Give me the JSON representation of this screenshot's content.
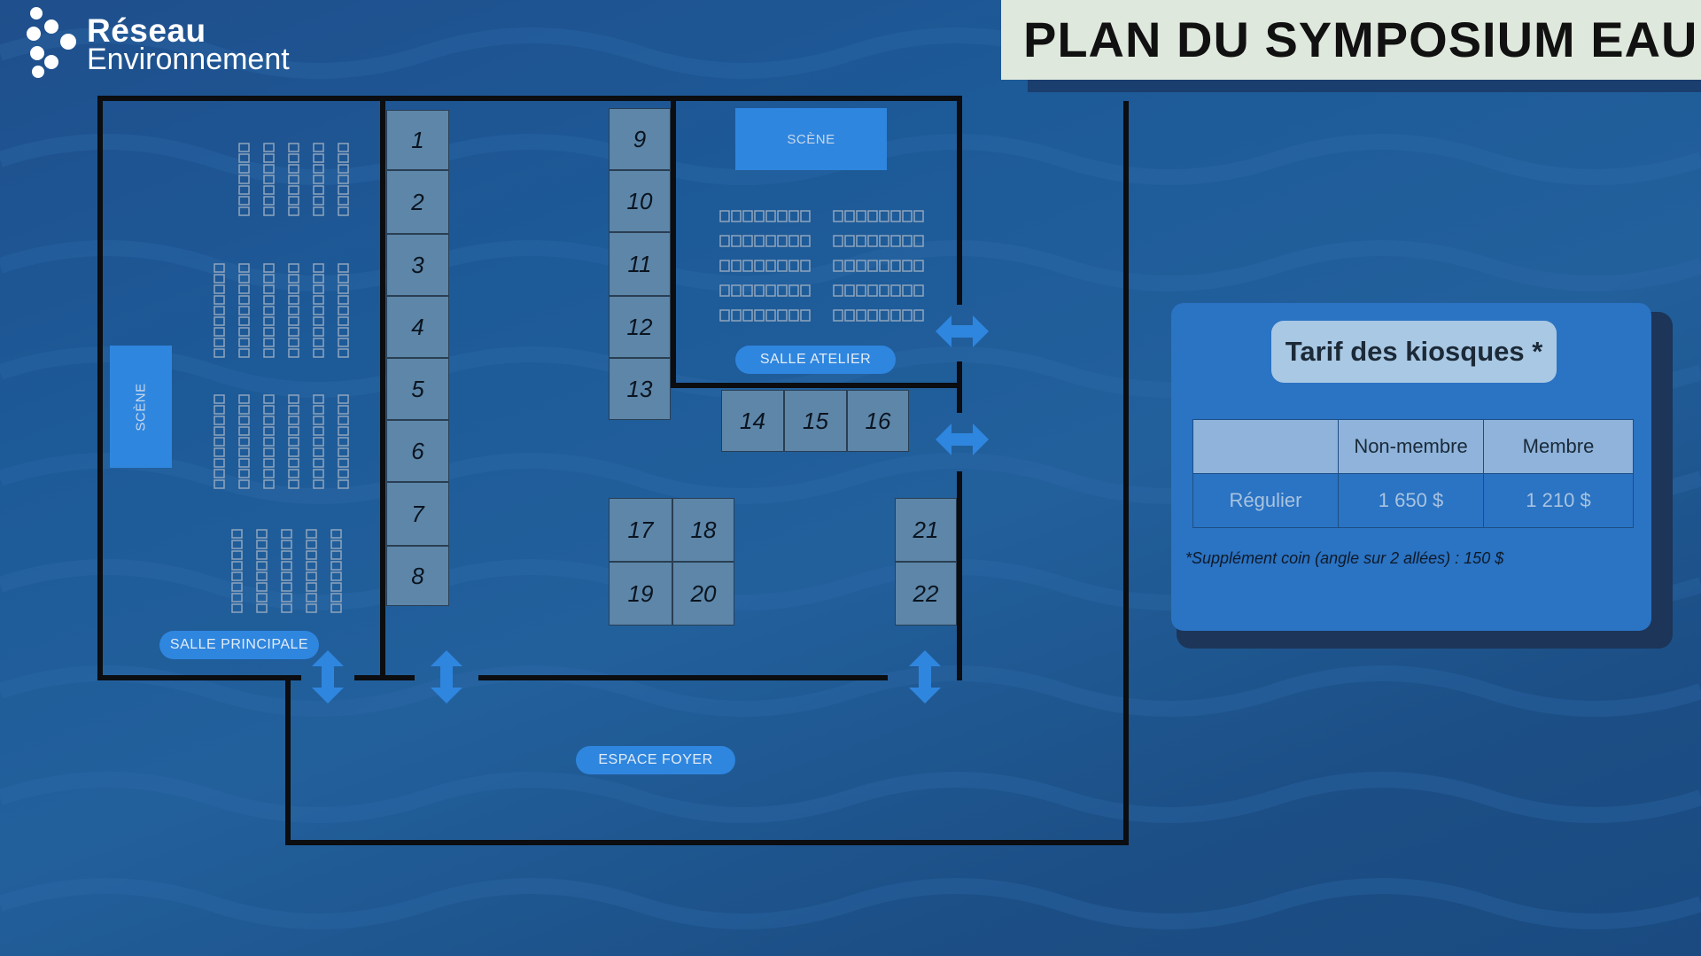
{
  "logo": {
    "line1": "Réseau",
    "line2": "Environnement"
  },
  "header": {
    "title": "PLAN DU SYMPOSIUM EAU"
  },
  "rooms": {
    "main_stage": "SCÈNE",
    "main_room": "SALLE PRINCIPALE",
    "workshop_stage": "SCÈNE",
    "workshop_room": "SALLE ATELIER",
    "foyer": "ESPACE FOYER"
  },
  "booths": [
    "1",
    "2",
    "3",
    "4",
    "5",
    "6",
    "7",
    "8",
    "9",
    "10",
    "11",
    "12",
    "13",
    "14",
    "15",
    "16",
    "17",
    "18",
    "19",
    "20",
    "21",
    "22"
  ],
  "pricing": {
    "title": "Tarif des kiosques *",
    "columns": [
      "",
      "Non-membre",
      "Membre"
    ],
    "rows": [
      {
        "label": "Régulier",
        "non_member": "1 650 $",
        "member": "1 210 $"
      }
    ],
    "note": "*Supplément coin (angle sur 2 allées) : 150 $"
  },
  "colors": {
    "accent": "#2f86df",
    "booth": "#5d86a8",
    "wall": "#0b0d10",
    "header_bg": "#dfe8dc"
  }
}
